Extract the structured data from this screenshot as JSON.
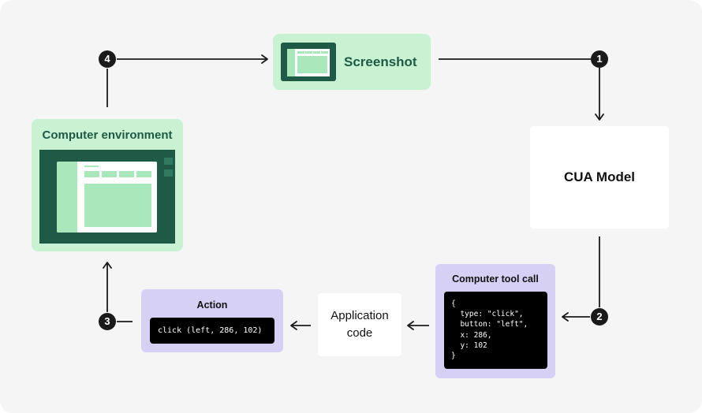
{
  "nodes": {
    "screenshot": {
      "label": "Screenshot"
    },
    "cua_model": {
      "label": "CUA Model"
    },
    "computer_environment": {
      "label": "Computer environment"
    },
    "computer_tool_call": {
      "label": "Computer tool call",
      "code": "{\n  type: \"click\",\n  button: \"left\",\n  x: 286,\n  y: 102\n}"
    },
    "application_code": {
      "label": "Application code"
    },
    "action": {
      "label": "Action",
      "code": "click (left, 286, 102)"
    }
  },
  "steps": [
    "1",
    "2",
    "3",
    "4"
  ],
  "colors": {
    "background": "#f5f5f5",
    "green_fill": "#c9f2d3",
    "green_dark": "#1f5a46",
    "green_light": "#a9e8bb",
    "purple_fill": "#d7d0f5",
    "code_bg": "#000000",
    "arrow": "#1a1a1a",
    "badge": "#1a1a1a"
  }
}
